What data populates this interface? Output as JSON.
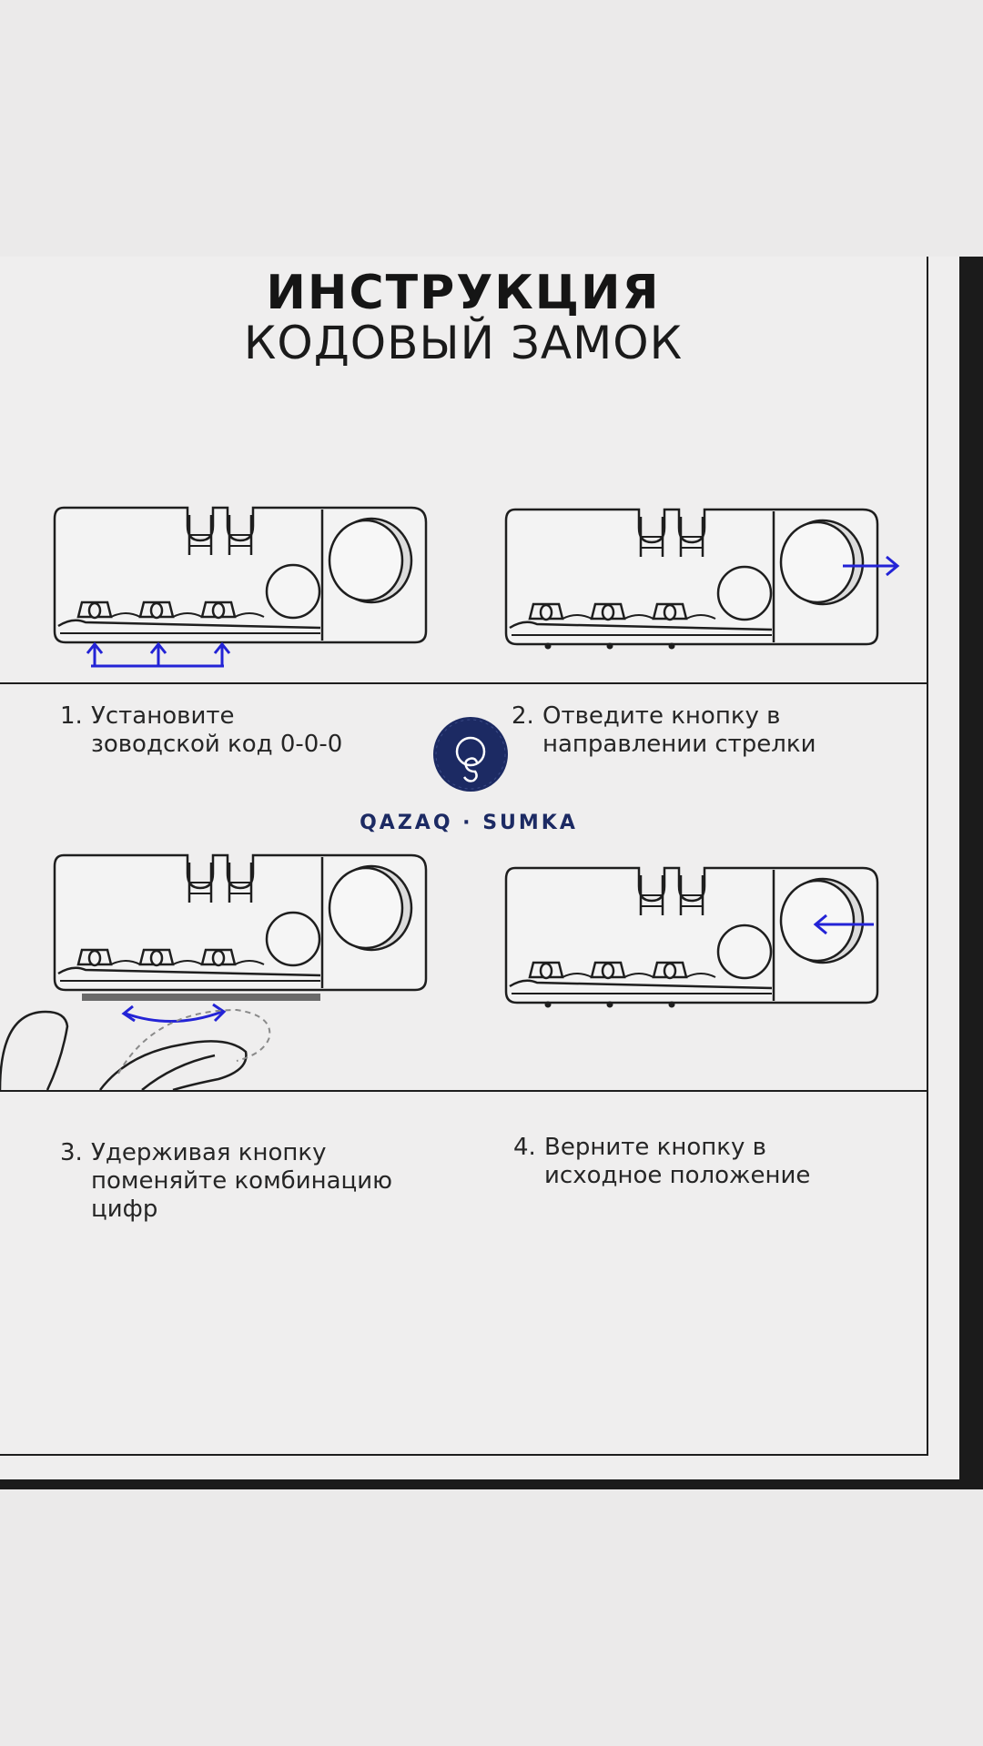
{
  "title": {
    "line1": "ИНСТРУКЦИЯ",
    "line2": "КОДОВЫЙ ЗАМОК"
  },
  "steps": [
    {
      "number": "1.",
      "text": "Установите\nзоводской код 0-0-0"
    },
    {
      "number": "2.",
      "text": "Отведите кнопку в\nнаправлении стрелки"
    },
    {
      "number": "3.",
      "text": "Удерживая кнопку\nпоменяйте комбинацию\nцифр"
    },
    {
      "number": "4.",
      "text": "Верните кнопку в\nисходное положение"
    }
  ],
  "brand": {
    "name": "QAZAQ · SUMKA",
    "monogram": "QS"
  },
  "icons": [
    "combination-lock-icon",
    "arrow-up-icon",
    "arrow-right-icon",
    "arrow-left-icon",
    "curved-arrow-icon",
    "finger-icon"
  ],
  "colors": {
    "accent_arrow": "#2323d6",
    "brand_navy": "#1c2a63",
    "line": "#1e1e1e"
  }
}
